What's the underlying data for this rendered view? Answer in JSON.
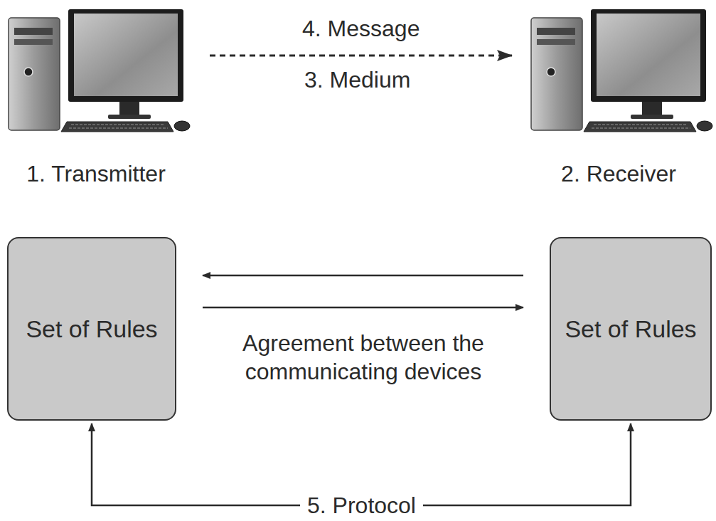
{
  "diagram": {
    "nodes": [
      {
        "text": [
          "1. Transmitter"
        ]
      },
      {
        "text": [
          "2. Receiver"
        ]
      },
      {
        "text": [
          "Set of Rules"
        ]
      },
      {
        "text": [
          "Set of Rules"
        ]
      }
    ],
    "edges": [
      {
        "from": 0,
        "to": 1,
        "arrow": "to",
        "label": "4. Message"
      },
      {
        "from": 3,
        "to": 2,
        "arrow": "to"
      },
      {
        "from": 2,
        "to": 3,
        "arrow": "to",
        "label": "Agreement between the communicating devices"
      },
      {
        "from": 3,
        "to": 2,
        "arrow": "both",
        "label": "5. Protocol"
      }
    ],
    "labels": [
      "3. Medium"
    ]
  }
}
